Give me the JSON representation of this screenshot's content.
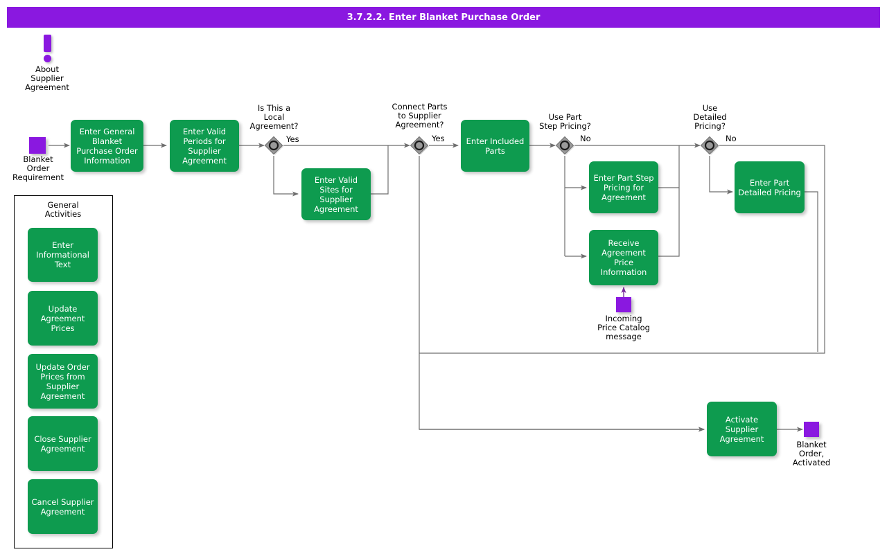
{
  "header": {
    "title": "3.7.2.2. Enter Blanket Purchase Order"
  },
  "colors": {
    "title_bar": "#8A18E0",
    "task_green": "#0E9B4F",
    "event_purple": "#8A18E0",
    "gateway_gray": "#9A9A9A",
    "connector_gray": "#6E6E6E",
    "text_white": "#FFFFFF",
    "text_black": "#000000"
  },
  "annotation": {
    "icon": "exclamation-icon",
    "label": "About\nSupplier\nAgreement"
  },
  "events": {
    "start": {
      "label": "Blanket\nOrder\nRequirement",
      "type": "start-event"
    },
    "message": {
      "label": "Incoming\nPrice Catalog\nmessage",
      "type": "message-event"
    },
    "end": {
      "label": "Blanket\nOrder,\nActivated",
      "type": "end-event"
    }
  },
  "tasks": {
    "enter_general": "Enter General\nBlanket\nPurchase Order\nInformation",
    "enter_valid_periods": "Enter Valid\nPeriods for\nSupplier\nAgreement",
    "enter_valid_sites": "Enter Valid\nSites for\nSupplier\nAgreement",
    "enter_included_parts": "Enter Included\nParts",
    "enter_part_step_pricing": "Enter Part Step\nPricing for\nAgreement",
    "receive_agreement_price": "Receive\nAgreement Price\nInformation",
    "enter_part_detailed_pricing": "Enter Part\nDetailed Pricing",
    "activate_supplier_agreement": "Activate\nSupplier\nAgreement"
  },
  "gateways": [
    {
      "id": "local-agreement",
      "question": "Is This a\nLocal\nAgreement?",
      "branch": "Yes"
    },
    {
      "id": "connect-parts",
      "question": "Connect Parts\nto Supplier\nAgreement?",
      "branch": "Yes"
    },
    {
      "id": "part-step-pricing",
      "question": "Use Part\nStep Pricing?",
      "branch": "No"
    },
    {
      "id": "detailed-pricing",
      "question": "Use\nDetailed\nPricing?",
      "branch": "No"
    }
  ],
  "general_activities": {
    "title": "General\nActivities",
    "items": [
      "Enter\nInformational\nText",
      "Update\nAgreement\nPrices",
      "Update Order\nPrices from\nSupplier\nAgreement",
      "Close Supplier\nAgreement",
      "Cancel Supplier\nAgreement"
    ]
  }
}
